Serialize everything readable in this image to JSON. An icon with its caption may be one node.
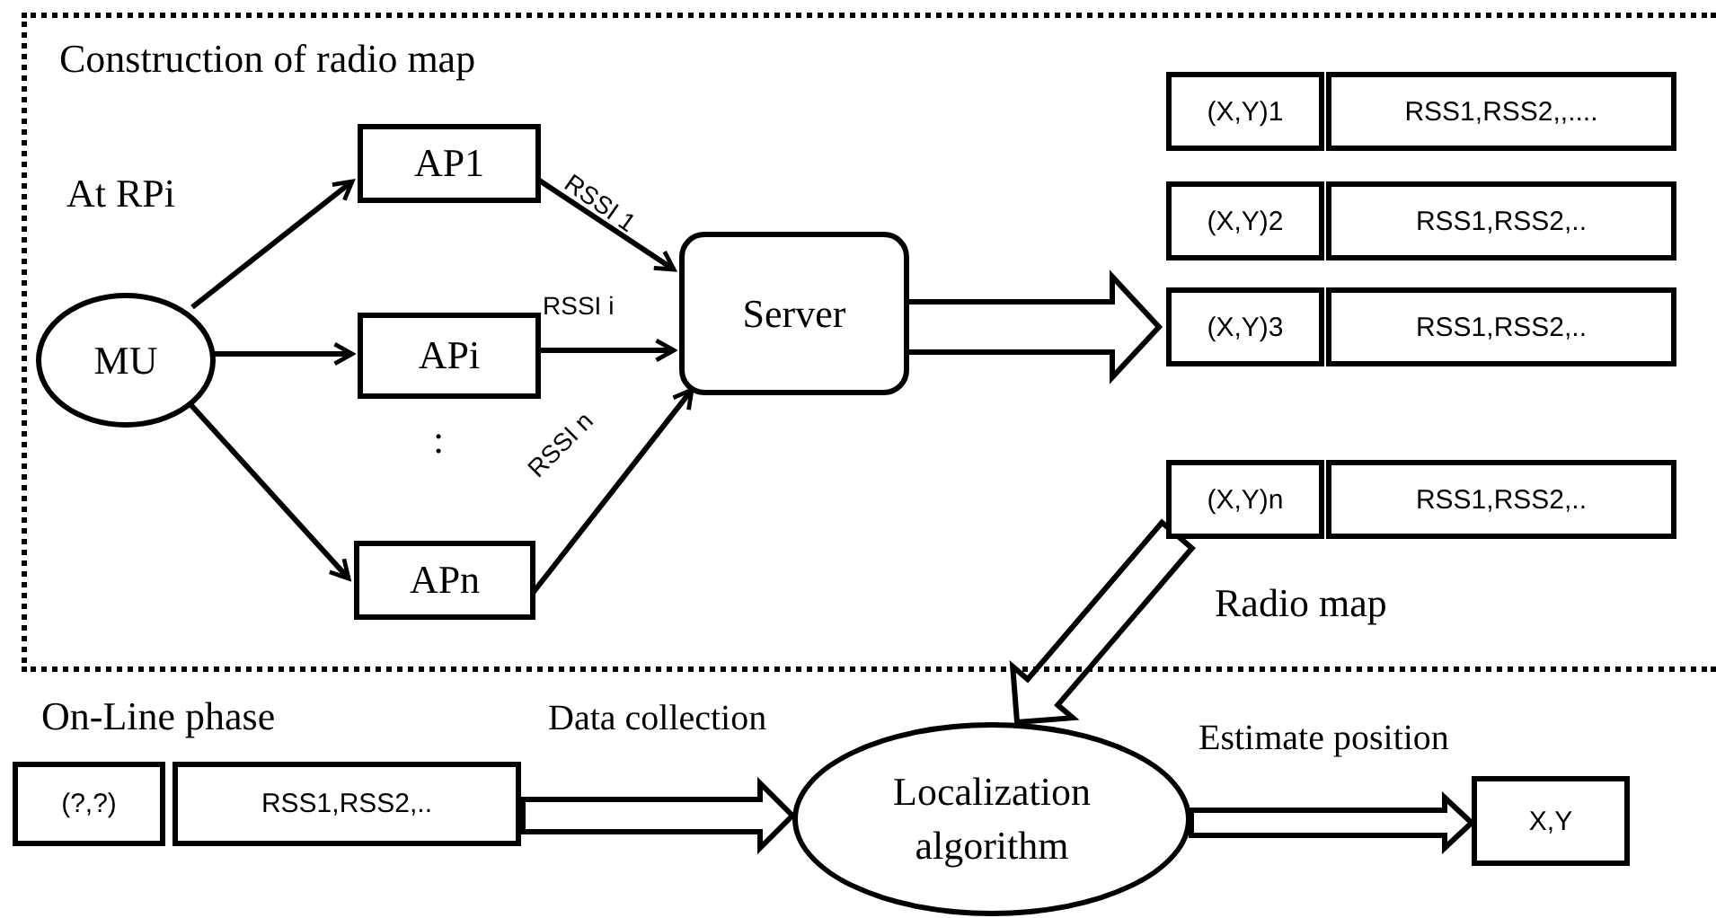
{
  "diagram": {
    "nodes": [
      {
        "text": [
          "Construction of radio map"
        ]
      },
      {
        "text": [
          "MU"
        ],
        "in": 0
      },
      {
        "text": [
          "AP1"
        ],
        "in": 0
      },
      {
        "text": [
          "APi"
        ],
        "in": 0
      },
      {
        "text": [
          "APn"
        ],
        "in": 0
      },
      {
        "text": [
          "Server"
        ],
        "in": 0
      },
      {
        "text": [
          "Radio map"
        ],
        "in": 0
      },
      {
        "text": [
          "(X,Y)1"
        ],
        "in": 6
      },
      {
        "text": [
          "RSS1,RSS2,,...."
        ],
        "in": 6
      },
      {
        "text": [
          "(X,Y)2"
        ],
        "in": 6
      },
      {
        "text": [
          "RSS1,RSS2,.."
        ],
        "in": 6
      },
      {
        "text": [
          "(X,Y)3"
        ],
        "in": 6
      },
      {
        "text": [
          "RSS1,RSS2,.."
        ],
        "in": 6
      },
      {
        "text": [
          "(X,Y)n"
        ],
        "in": 6
      },
      {
        "text": [
          "RSS1,RSS2,.."
        ],
        "in": 6
      },
      {
        "text": [
          "On-Line phase"
        ]
      },
      {
        "text": [
          "(?,?)"
        ],
        "in": 15
      },
      {
        "text": [
          "RSS1,RSS2,.."
        ],
        "in": 15
      },
      {
        "text": [
          "Localization algorithm"
        ]
      },
      {
        "text": [
          "X,Y"
        ]
      }
    ],
    "edges": [
      {
        "from": 1,
        "to": 2,
        "arrow": "to"
      },
      {
        "from": 1,
        "to": 3,
        "arrow": "to"
      },
      {
        "from": 1,
        "to": 4,
        "arrow": "to"
      },
      {
        "from": 2,
        "to": 5,
        "arrow": "to",
        "label": "RSSI 1"
      },
      {
        "from": 3,
        "to": 5,
        "arrow": "to",
        "label": "RSSI i"
      },
      {
        "from": 4,
        "to": 5,
        "arrow": "to",
        "label": "RSSI n"
      },
      {
        "from": 5,
        "to": 6,
        "arrow": "to",
        "style": "thick"
      },
      {
        "from": 6,
        "to": 18,
        "arrow": "to",
        "style": "thick"
      },
      {
        "from": 15,
        "to": 18,
        "arrow": "to",
        "style": "thick",
        "label": "Data collection"
      },
      {
        "from": 18,
        "to": 19,
        "arrow": "to",
        "style": "thick",
        "label": "Estimate position"
      }
    ],
    "labels": [
      "At RPi",
      ":"
    ]
  }
}
